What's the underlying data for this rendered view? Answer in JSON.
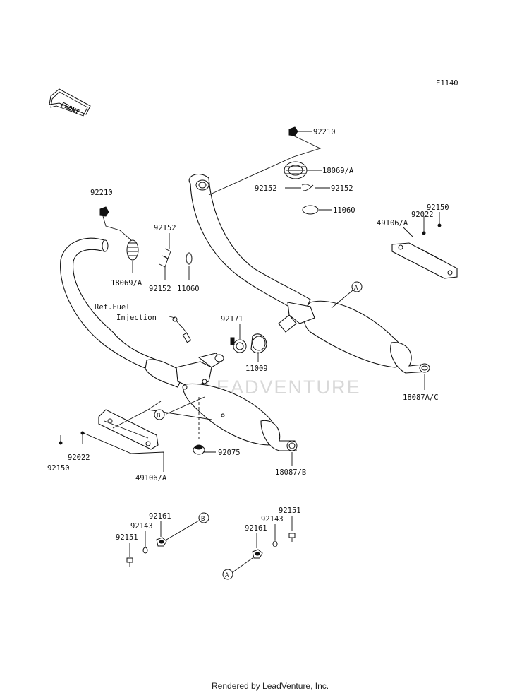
{
  "diagram": {
    "code": "E1140",
    "front_label": "FRONT",
    "watermark": "LEADVENTURE",
    "ref_text": [
      "Ref.Fuel",
      "Injection"
    ],
    "callouts": {
      "a": "A",
      "b": "B"
    },
    "part_labels": [
      "92210",
      "18069/A",
      "92152",
      "92152",
      "11060",
      "92150",
      "92022",
      "49106/A",
      "92210",
      "92152",
      "18069/A",
      "92152",
      "11060",
      "92171",
      "11009",
      "18087A/C",
      "92150",
      "92022",
      "49106/A",
      "92075",
      "18087/B",
      "92161",
      "92143",
      "92151",
      "92151",
      "92143",
      "92161"
    ]
  },
  "footer": "Rendered by LeadVenture, Inc."
}
